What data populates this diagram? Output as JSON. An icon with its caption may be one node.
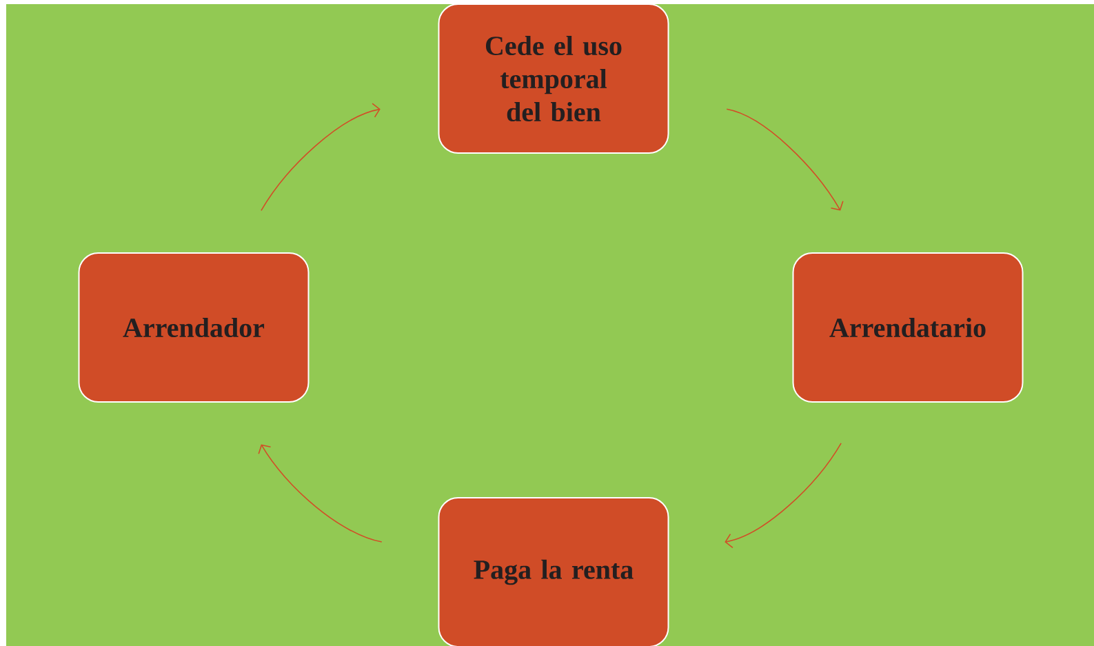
{
  "diagram": {
    "nodes": [
      {
        "text": [
          "Cede el uso temporal del bien"
        ]
      },
      {
        "text": [
          "Arrendador"
        ]
      },
      {
        "text": [
          "Arrendatario"
        ]
      },
      {
        "text": [
          "Paga la renta"
        ]
      }
    ],
    "edges": [
      {
        "from": 1,
        "to": 0,
        "arrow": "to"
      },
      {
        "from": 0,
        "to": 2,
        "arrow": "to"
      },
      {
        "from": 2,
        "to": 3,
        "arrow": "to"
      },
      {
        "from": 3,
        "to": 1,
        "arrow": "to"
      }
    ]
  }
}
